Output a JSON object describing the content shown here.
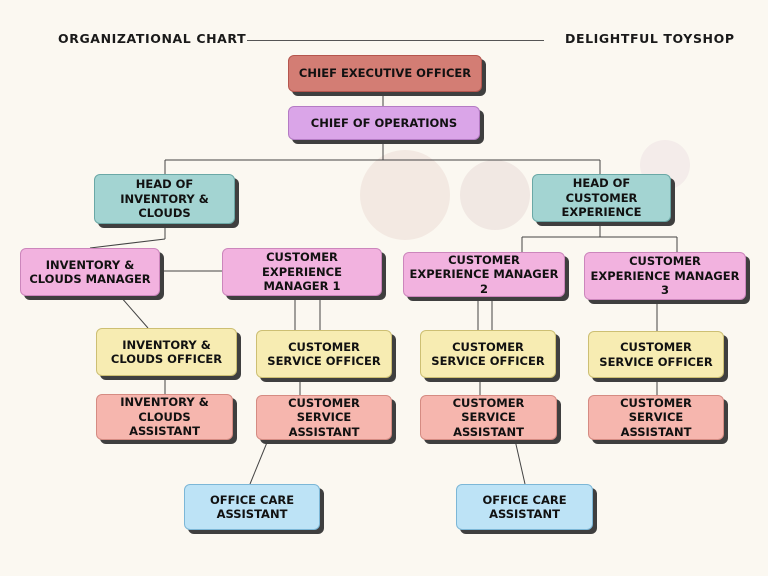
{
  "header": {
    "left_title": "ORGANIZATIONAL CHART",
    "right_title": "DELIGHTFUL TOYSHOP"
  },
  "nodes": {
    "ceo": "CHIEF EXECUTIVE OFFICER",
    "coo": "CHIEF OF OPERATIONS",
    "head_inventory": "HEAD OF INVENTORY & CLOUDS",
    "head_customer": "HEAD OF CUSTOMER EXPERIENCE",
    "inv_manager": "INVENTORY & CLOUDS MANAGER",
    "cx_manager_1": "CUSTOMER EXPERIENCE MANAGER 1",
    "cx_manager_2": "CUSTOMER EXPERIENCE MANAGER 2",
    "cx_manager_3": "CUSTOMER EXPERIENCE MANAGER 3",
    "inv_officer": "INVENTORY & CLOUDS OFFICER",
    "cs_officer_1": "CUSTOMER SERVICE OFFICER",
    "cs_officer_2": "CUSTOMER SERVICE OFFICER",
    "cs_officer_3": "CUSTOMER SERVICE OFFICER",
    "inv_assistant": "INVENTORY & CLOUDS ASSISTANT",
    "cs_assistant_1": "CUSTOMER SERVICE ASSISTANT",
    "cs_assistant_2": "CUSTOMER SERVICE ASSISTANT",
    "cs_assistant_3": "CUSTOMER SERVICE ASSISTANT",
    "office_care_1": "OFFICE CARE ASSISTANT",
    "office_care_2": "OFFICE CARE ASSISTANT"
  },
  "colors": {
    "executive": "#d37d74",
    "operations": "#daa5e8",
    "head": "#a3d4d2",
    "manager": "#f2b2df",
    "officer": "#f7ecb2",
    "assistant": "#f6b6ae",
    "office_care": "#bde3f6"
  }
}
